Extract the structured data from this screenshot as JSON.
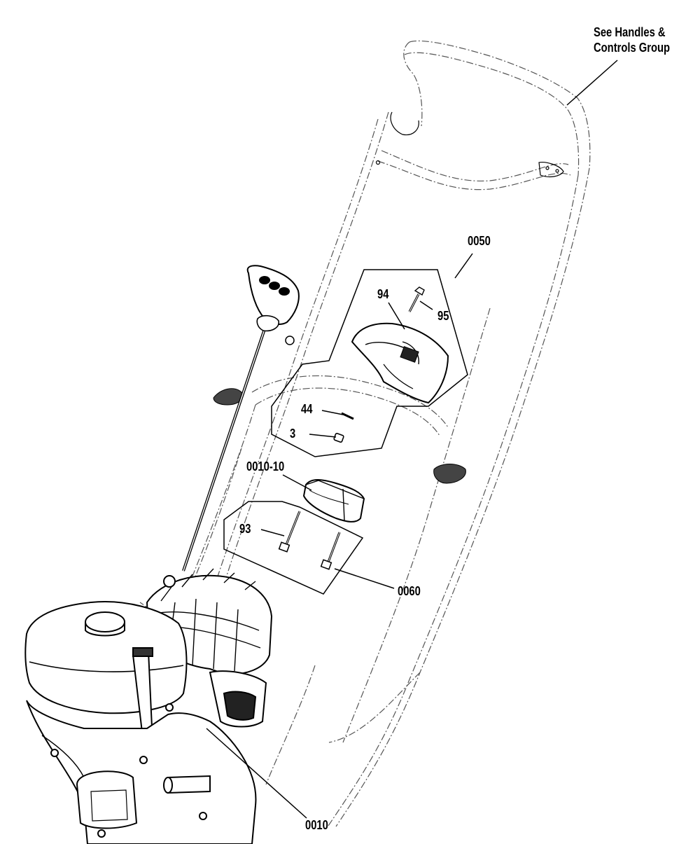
{
  "diagram": {
    "note": {
      "line1": "See Handles &",
      "line2": "Controls Group"
    },
    "callouts": {
      "c0050": "0050",
      "c94": "94",
      "c95": "95",
      "c44": "44",
      "c3": "3",
      "c0010_10": "0010-10",
      "c93": "93",
      "c0060": "0060",
      "c0010": "0010"
    },
    "colors": {
      "ink": "#000000",
      "phantom": "#555555",
      "paper": "#ffffff"
    }
  }
}
